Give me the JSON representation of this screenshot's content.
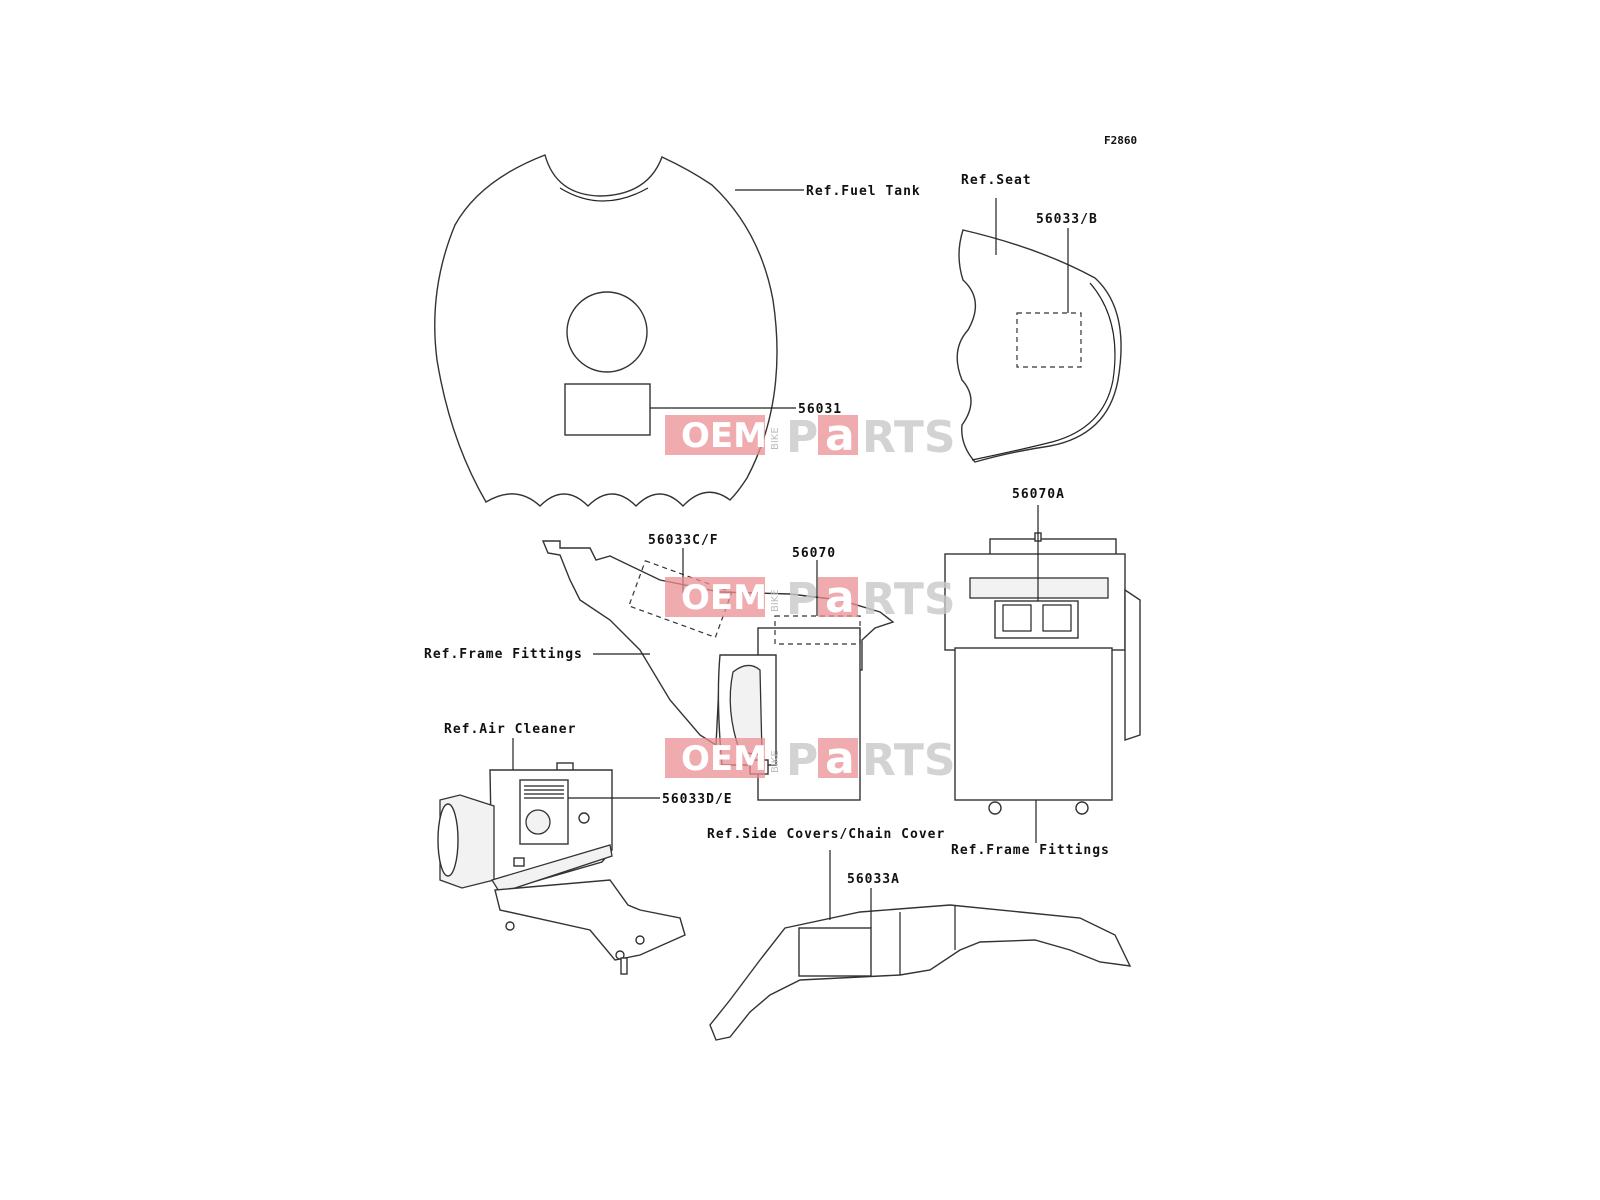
{
  "figure_code": "F2860",
  "labels": {
    "ref_fuel_tank": "Ref.Fuel Tank",
    "ref_seat": "Ref.Seat",
    "part_56033_b": "56033/B",
    "part_56031": "56031",
    "part_56070a": "56070A",
    "part_56033c_f": "56033C/F",
    "part_56070": "56070",
    "ref_frame_fittings_left": "Ref.Frame Fittings",
    "ref_air_cleaner": "Ref.Air Cleaner",
    "part_56033d_e": "56033D/E",
    "ref_side_covers": "Ref.Side Covers/Chain Cover",
    "ref_frame_fittings_right": "Ref.Frame Fittings",
    "part_56033a": "56033A"
  },
  "watermark": {
    "oem": "OEM",
    "bike": "BIKE",
    "p": "P",
    "a": "a",
    "rts": "RTS",
    "accent_color": "#e98f92"
  }
}
